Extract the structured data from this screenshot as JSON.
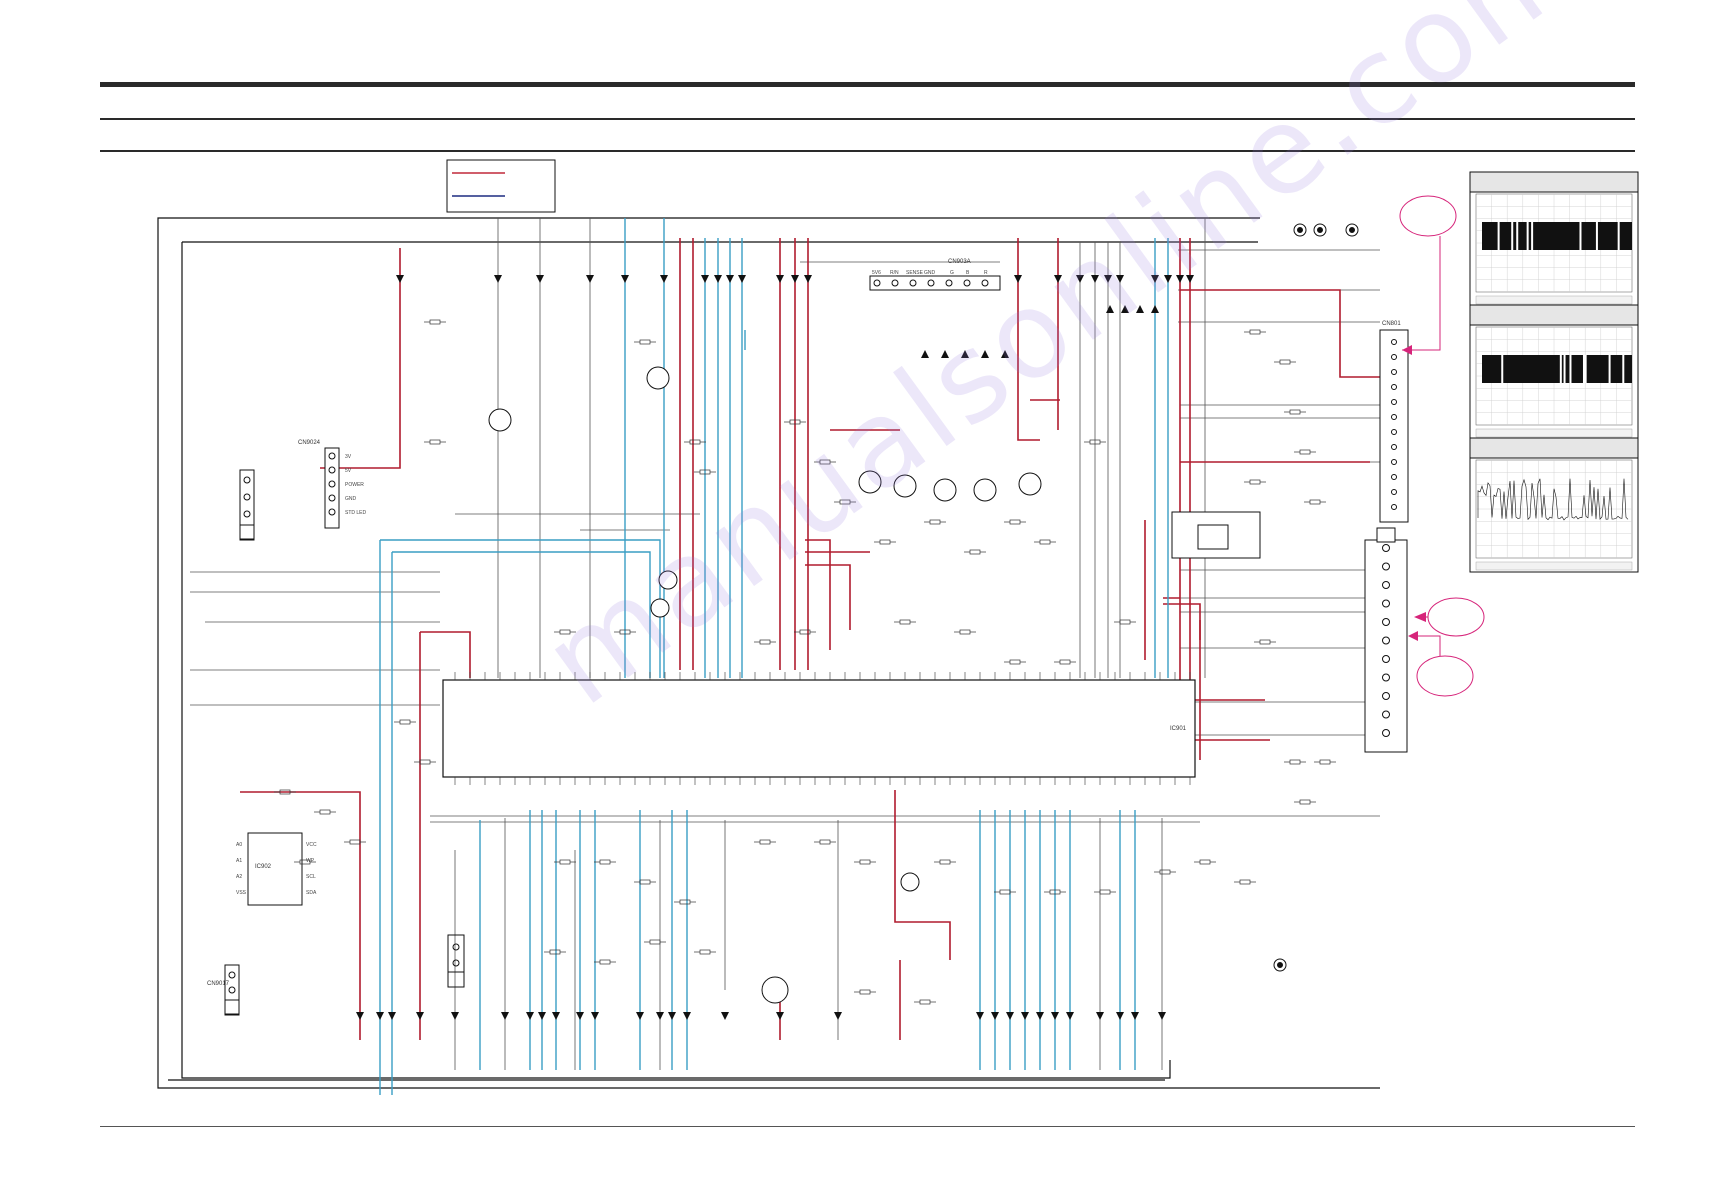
{
  "colors": {
    "red_line": "#b01c2e",
    "blue_line": "#1a2a7a",
    "cyan_line": "#3a9ec4",
    "gray_line": "#444444",
    "marker": "#d6247a",
    "frame": "#111111"
  },
  "legend": {
    "items": [
      {
        "color": "#c0283a"
      },
      {
        "color": "#1d2c80"
      }
    ]
  },
  "connectors": {
    "cn9024": {
      "label": "CN9024",
      "pins": [
        "3V",
        "5V",
        "POWER",
        "GND",
        "STD LED"
      ]
    },
    "cn9017": {
      "label": "CN9017"
    },
    "cn9003": {
      "label": "CN903A",
      "pins": [
        "5V6",
        "R/N",
        "SENSE",
        "GND",
        "G",
        "B",
        "R"
      ]
    },
    "cn801": {
      "label": "CN801"
    }
  },
  "ic": {
    "main": {
      "label": "IC901"
    },
    "eeprom": {
      "label": "IC902",
      "pins_left": [
        "A0",
        "A1",
        "A2",
        "VSS"
      ],
      "pins_right": [
        "VCC",
        "WP",
        "SCL",
        "SDA"
      ]
    }
  },
  "scope_panels": [
    {
      "name": "panel-1"
    },
    {
      "name": "panel-2"
    },
    {
      "name": "panel-3"
    }
  ],
  "markers": [
    {
      "name": "marker-top"
    },
    {
      "name": "marker-mid"
    },
    {
      "name": "marker-low"
    }
  ],
  "watermark": "manualsonline.com"
}
